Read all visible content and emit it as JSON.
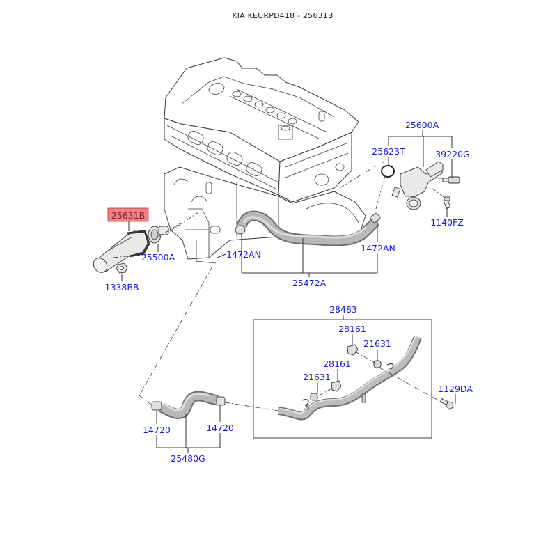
{
  "title": "KIA KEURPD418 - 25631B",
  "highlight_color": "#f07f86",
  "label_color": "#1a1adc",
  "parts": {
    "p25631B": "25631B",
    "p25500A": "25500A",
    "p1338BB": "1338BB",
    "p25600A": "25600A",
    "p25623T": "25623T",
    "p39220G": "39220G",
    "p1140FZ": "1140FZ",
    "p1472AN_left": "1472AN",
    "p1472AN_right": "1472AN",
    "p25472A": "25472A",
    "p28483": "28483",
    "p28161_upper": "28161",
    "p21631_upper": "21631",
    "p28161_lower": "28161",
    "p21631_lower": "21631",
    "p1129DA": "1129DA",
    "p14720_left": "14720",
    "p14720_right": "14720",
    "p25480G": "25480G"
  },
  "highlighted_part": "25631B"
}
